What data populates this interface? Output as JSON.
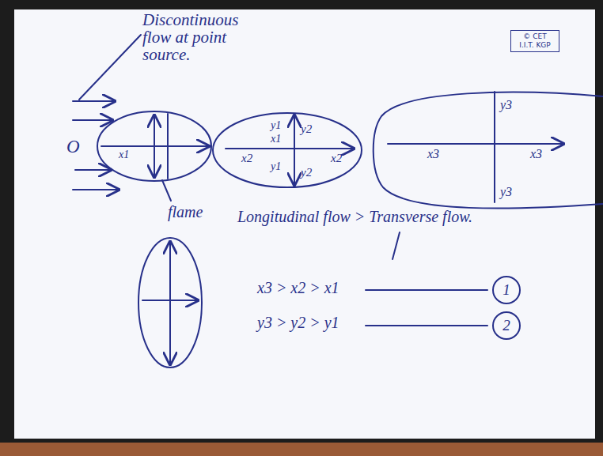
{
  "diagram": {
    "nodes": [
      {
        "text": [
          "© CET I.I.T. KGP"
        ]
      },
      {
        "text": [
          "y1",
          "x1",
          "x1",
          "y1"
        ]
      },
      {
        "text": [
          "y2",
          "x2",
          "x2",
          "y2"
        ]
      },
      {
        "text": [
          "y3",
          "x3",
          "x3",
          "y3"
        ]
      },
      {
        "text": [
          "1"
        ]
      },
      {
        "text": [
          "2"
        ]
      }
    ],
    "labels": [
      "Discontinuous flow at point source.",
      "O",
      "flame",
      "Longitudinal flow > Transverse flow.",
      "x3 > x2 > x1",
      "y3 > y2 > y1"
    ]
  }
}
